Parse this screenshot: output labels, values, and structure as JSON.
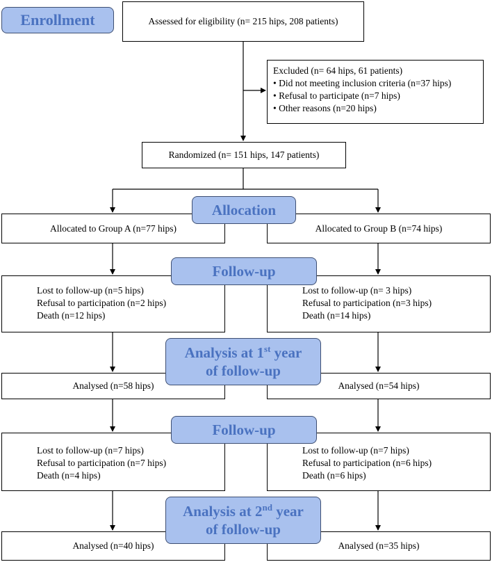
{
  "enrollment": "Enrollment",
  "assessed": "Assessed for eligibility (n= 215 hips, 208 patients)",
  "excluded": {
    "title": "Excluded  (n=  64 hips, 61 patients)",
    "items": [
      "• Did not meeting  inclusion  criteria (n=37 hips)",
      "• Refusal to participate (n=7 hips)",
      "• Other reasons  (n=20 hips)"
    ]
  },
  "randomized": "Randomized (n= 151 hips, 147 patients)",
  "allocation": "Allocation",
  "groupA": "Allocated to Group A (n=77 hips)",
  "groupB": "Allocated to Group B (n=74 hips)",
  "followup1": {
    "label": "Follow-up",
    "a": [
      "Lost to follow-up (n=5 hips)",
      "Refusal to participation (n=2 hips)",
      "Death (n=12 hips)"
    ],
    "b": [
      "Lost to follow-up (n= 3 hips)",
      "Refusal to participation (n=3 hips)",
      "Death (n=14 hips)"
    ]
  },
  "analysis1": {
    "line1_pre": "Analysis at 1",
    "line1_sup": "st",
    "line1_post": " year",
    "line2": "of follow-up",
    "a": "Analysed  (n=58 hips)",
    "b": "Analysed  (n=54 hips)"
  },
  "followup2": {
    "label": "Follow-up",
    "a": [
      "Lost to follow-up (n=7 hips)",
      "Refusal to participation (n=7 hips)",
      "Death (n=4 hips)"
    ],
    "b": [
      "Lost to follow-up (n=7 hips)",
      "Refusal to participation (n=6 hips)",
      "Death (n=6 hips)"
    ]
  },
  "analysis2": {
    "line1_pre": "Analysis at 2",
    "line1_sup": "nd",
    "line1_post": " year",
    "line2": "of follow-up",
    "a": "Analysed   (n=40 hips)",
    "b": "Analysed   (n=35 hips)"
  }
}
